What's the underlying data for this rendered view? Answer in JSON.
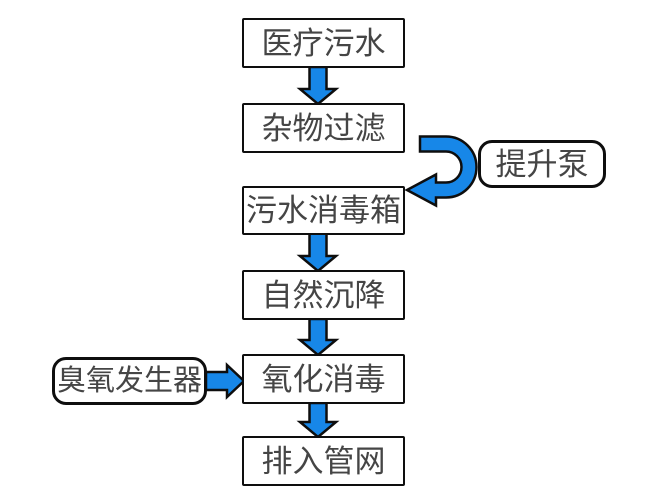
{
  "page": {
    "background": "#ffffff"
  },
  "colors": {
    "accent": "#1787e8",
    "outline": "#0e0e0e",
    "text": "#454545",
    "node_fill": "#ffffff"
  },
  "flowchart": {
    "nodes": {
      "medical_sewage": {
        "label": "医疗污水",
        "shape": "rectangle"
      },
      "debris_filtration": {
        "label": "杂物过滤",
        "shape": "rectangle"
      },
      "sewage_disinfection_tank": {
        "label": "污水消毒箱",
        "shape": "rectangle"
      },
      "natural_sedimentation": {
        "label": "自然沉降",
        "shape": "rectangle"
      },
      "oxidation_disinfection": {
        "label": "氧化消毒",
        "shape": "rectangle"
      },
      "discharge_to_pipe_network": {
        "label": "排入管网",
        "shape": "rectangle"
      },
      "lift_pump": {
        "label": "提升泵",
        "shape": "rounded"
      },
      "ozone_generator": {
        "label": "臭氧发生器",
        "shape": "rounded"
      }
    },
    "connections": [
      {
        "from": "医疗污水",
        "to": "杂物过滤",
        "type": "arrow-down"
      },
      {
        "from": "杂物过滤",
        "to": "污水消毒箱",
        "via": "提升泵",
        "type": "u-turn-arrow"
      },
      {
        "from": "污水消毒箱",
        "to": "自然沉降",
        "type": "arrow-down"
      },
      {
        "from": "自然沉降",
        "to": "氧化消毒",
        "type": "arrow-down"
      },
      {
        "from": "臭氧发生器",
        "to": "氧化消毒",
        "type": "arrow-right"
      },
      {
        "from": "氧化消毒",
        "to": "排入管网",
        "type": "arrow-down"
      }
    ]
  }
}
